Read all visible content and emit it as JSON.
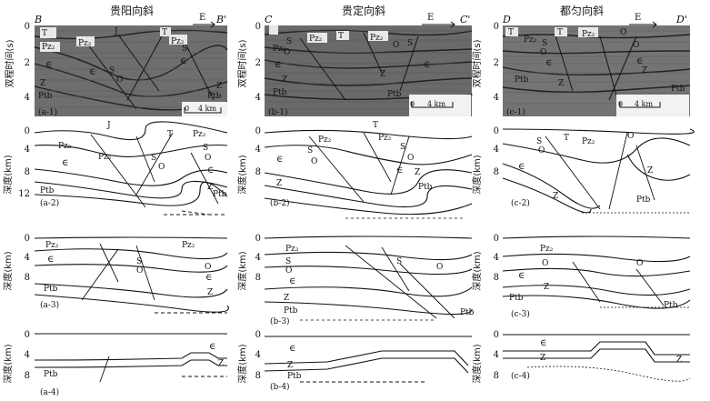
{
  "columns": [
    {
      "title": "贵阳向斜",
      "id": "a"
    },
    {
      "title": "贵定向斜",
      "id": "b"
    },
    {
      "title": "都匀向斜",
      "id": "c"
    }
  ],
  "seismic": {
    "ylabel": "双程时间(s)",
    "ticks": [
      "0",
      "2",
      "4"
    ],
    "scale": [
      "0",
      "4 km"
    ],
    "direction": "E",
    "sections": [
      {
        "label": "(a-1)",
        "start": "B",
        "end": "B'",
        "units": [
          "T",
          "J",
          "T",
          "Pz₂",
          "Pz₂",
          "Pz₂",
          "∈",
          "S",
          "O",
          "∈",
          "S",
          "Z",
          "∈",
          "Z",
          "Ptb",
          "Ptb"
        ]
      },
      {
        "label": "(b-1)",
        "start": "C",
        "end": "C'",
        "units": [
          "Pz₂",
          "T",
          "S",
          "Pz₂",
          "Pz₂",
          "O",
          "O",
          "S",
          "∈",
          "∈",
          "Z",
          "Z",
          "Ptb",
          "Ptb"
        ]
      },
      {
        "label": "(c-1)",
        "start": "D",
        "end": "D'",
        "units": [
          "T",
          "T",
          "O",
          "S",
          "Pz₂",
          "O",
          "Pz₂",
          "O",
          "∈",
          "∈",
          "Ptb",
          "Z",
          "Z",
          "Ptb"
        ]
      }
    ]
  },
  "depth_rows": [
    {
      "ylabel": "深度(km)",
      "ticks": [
        "0",
        "4",
        "8",
        "12"
      ],
      "sections": [
        {
          "label": "(a-2)",
          "units": [
            "J",
            "T",
            "Pz₂",
            "Pz₂",
            "Pz₂",
            "S",
            "S",
            "O",
            "O",
            "∈",
            "∈",
            "Z",
            "Ptb",
            "Ptb"
          ]
        },
        {
          "label": "(b-2)",
          "units": [
            "T",
            "Pz₂",
            "Pz₂",
            "S",
            "S",
            "O",
            "O",
            "∈",
            "∈",
            "Z",
            "Z",
            "Ptb"
          ]
        },
        {
          "label": "(c-2)",
          "units": [
            "T",
            "Pz₂",
            "S",
            "O",
            "O",
            "∈",
            "Z",
            "Z",
            "Ptb"
          ]
        }
      ]
    },
    {
      "ylabel": "深度(km)",
      "ticks": [
        "0",
        "4",
        "8"
      ],
      "sections": [
        {
          "label": "(a-3)",
          "units": [
            "Pz₂",
            "Pz₂",
            "S",
            "O",
            "O",
            "∈",
            "∈",
            "Z",
            "Ptb"
          ]
        },
        {
          "label": "(b-3)",
          "units": [
            "Pz₂",
            "S",
            "O",
            "S",
            "O",
            "∈",
            "Z",
            "Ptb",
            "Ptb"
          ]
        },
        {
          "label": "(c-3)",
          "units": [
            "Pz₂",
            "O",
            "O",
            "∈",
            "Z",
            "Ptb",
            "Ptb"
          ]
        }
      ]
    },
    {
      "ylabel": "深度(km)",
      "ticks": [
        "0",
        "4",
        "8"
      ],
      "sections": [
        {
          "label": "(a-4)",
          "units": [
            "∈",
            "Ptb",
            "Z"
          ]
        },
        {
          "label": "(b-4)",
          "units": [
            "∈",
            "Z",
            "Ptb"
          ]
        },
        {
          "label": "(c-4)",
          "units": [
            "∈",
            "Z",
            "Z"
          ]
        }
      ]
    }
  ]
}
